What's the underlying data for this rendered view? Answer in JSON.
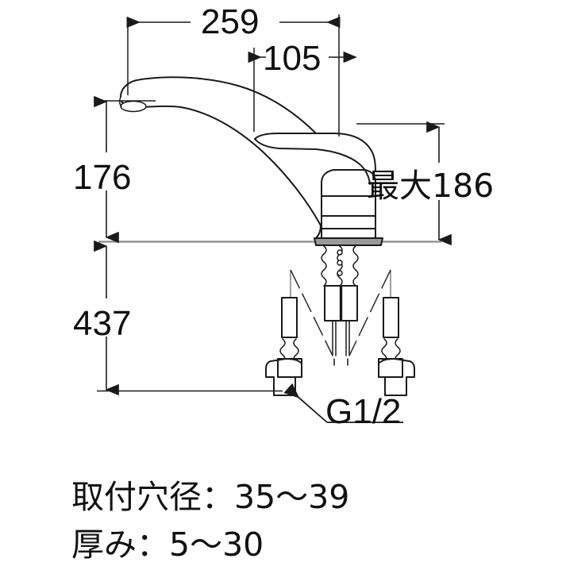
{
  "drawing": {
    "type": "technical-dimension-drawing",
    "subject": "single-lever-kitchen-mixer-faucet",
    "units": "mm",
    "background_color": "#ffffff",
    "line_color": "#1a1a1a",
    "deck_line_color": "#8a8a8a"
  },
  "dimensions": {
    "spout_reach": {
      "label": "259",
      "orientation": "horizontal",
      "position": "top"
    },
    "handle_offset": {
      "label": "105",
      "orientation": "horizontal",
      "position": "top-right"
    },
    "spout_height": {
      "label": "176",
      "orientation": "vertical",
      "position": "left-upper"
    },
    "below_deck_length": {
      "label": "437",
      "orientation": "vertical",
      "position": "left-lower"
    },
    "max_height": {
      "label": "最大186",
      "orientation": "vertical",
      "position": "right"
    }
  },
  "callouts": {
    "supply_thread": {
      "label": "G1/2",
      "target": "supply-hose-connector"
    }
  },
  "notes": [
    {
      "id": "mounting-hole-diameter",
      "text": "取付穴径：35〜39"
    },
    {
      "id": "deck-thickness",
      "text": "厚み：5〜30"
    }
  ]
}
